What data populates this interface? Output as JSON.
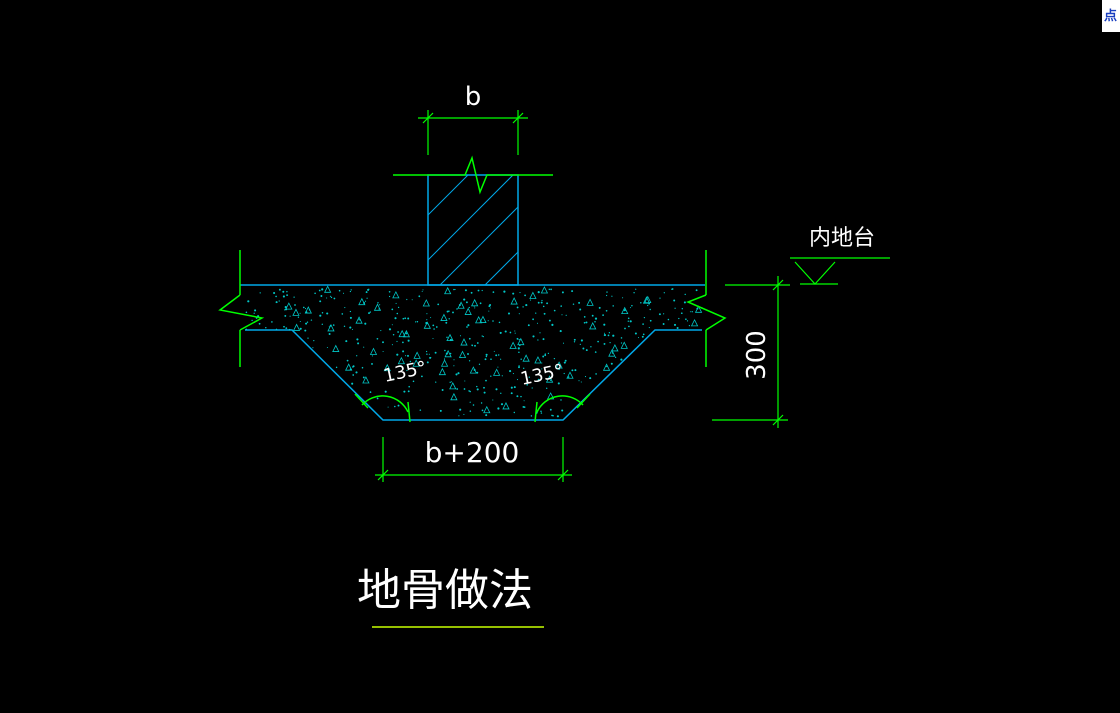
{
  "drawing": {
    "dim_top": "b",
    "dim_bottom": "b+200",
    "dim_height": "300",
    "angle_left": "135°",
    "angle_right": "135°",
    "level_label": "内地台",
    "title": "地骨做法"
  },
  "corner_tab": {
    "label": "点"
  },
  "colors": {
    "background": "#000000",
    "outline": "#00a8e8",
    "dimension": "#00ff00",
    "concrete_dots": "#00c8c8",
    "text": "#ffffff",
    "title_underline": "#c8ff00"
  }
}
